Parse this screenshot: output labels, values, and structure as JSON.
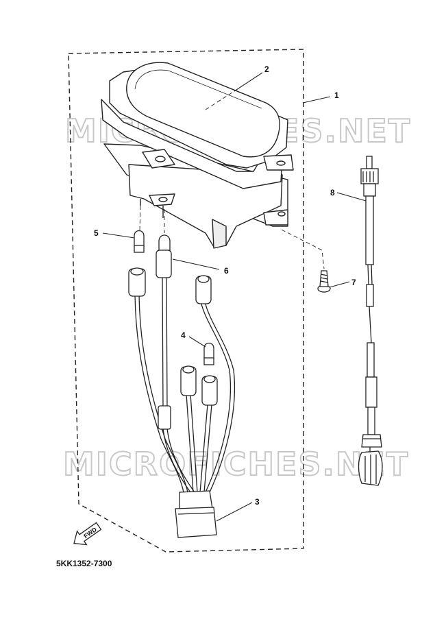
{
  "diagram": {
    "callouts": {
      "c1": "1",
      "c2": "2",
      "c3": "3",
      "c4": "4",
      "c5": "5",
      "c6": "6",
      "c7": "7",
      "c8": "8"
    },
    "fwd_label": "FWD",
    "watermark": "MICROFICHES.NET",
    "part_number": "5KK1352-7300"
  }
}
